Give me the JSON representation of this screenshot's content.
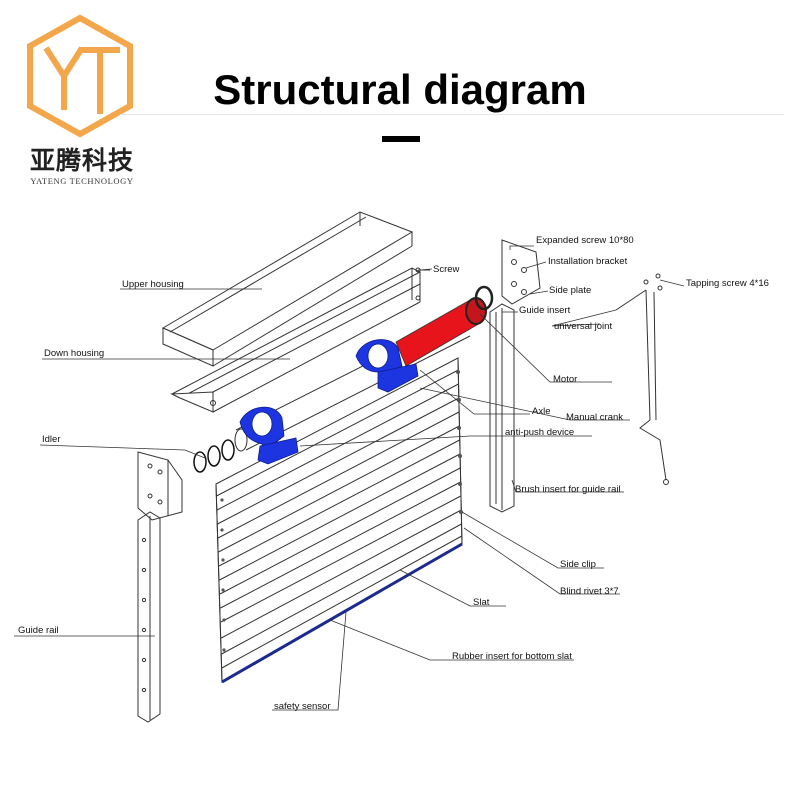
{
  "header": {
    "title": "Structural diagram",
    "logo": {
      "mark": "YT",
      "cn_name": "亚腾科技",
      "en_name": "YATENG TECHNOLOGY"
    }
  },
  "colors": {
    "motor": "#e8141b",
    "motor_end": "#c4161d",
    "bracket": "#1d35e0",
    "rubber": "#1b2a8f",
    "line": "#333333",
    "logo": "#f3a64a"
  },
  "parts": {
    "upper_housing": "Upper  housing",
    "down_housing": "Down  housing",
    "screw": "Screw",
    "idler": "Idler",
    "guide_rail": "Guide rail",
    "expanded_screw": "Expanded screw 10*80",
    "installation_bracket": "Installation bracket",
    "side_plate": "Side plate",
    "guide_insert": "Guide insert",
    "universal_joint": "universal joint",
    "tapping_screw": "Tapping screw  4*16",
    "motor": "Motor",
    "axle": "Axle",
    "manual_crank": "Manual crank",
    "anti_push": "anti-push device",
    "brush_insert": "Brush insert for guide rail",
    "side_clip": "Side clip",
    "blind_rivet": "Blind rivet 3*7",
    "slat": "Slat",
    "rubber_insert": "Rubber insert for bottom slat",
    "safety_sensor": "safety sensor"
  }
}
